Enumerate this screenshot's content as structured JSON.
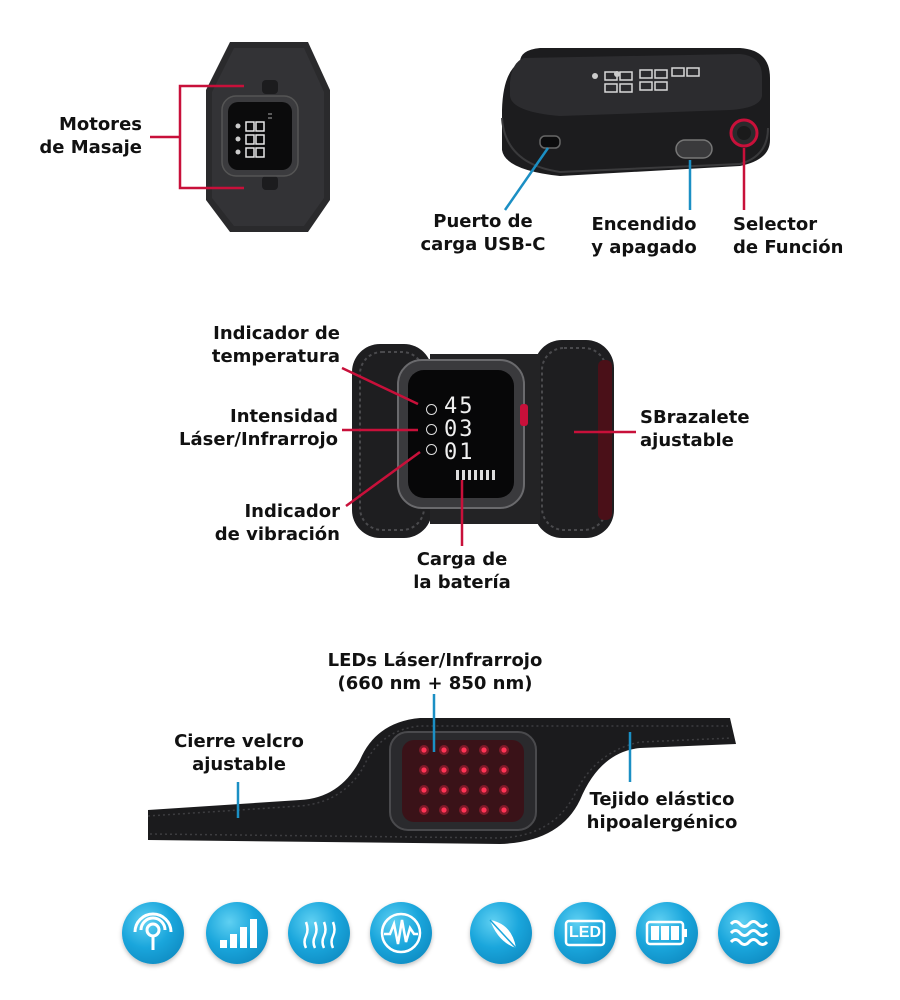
{
  "labels": {
    "motores": [
      "Motores",
      "de Masaje"
    ],
    "puerto": [
      "Puerto de",
      "carga USB-C"
    ],
    "encendido": [
      "Encendido",
      "y apagado"
    ],
    "selector": [
      "Selector",
      "de Función"
    ],
    "temperatura": [
      "Indicador de",
      "temperatura"
    ],
    "intensidad": [
      "Intensidad",
      "Láser/Infrarrojo"
    ],
    "vibracion": [
      "Indicador",
      "de vibración"
    ],
    "bateria": [
      "Carga de",
      "la batería"
    ],
    "brazalete": [
      "SBrazalete",
      "ajustable"
    ],
    "leds": [
      "LEDs Láser/Infrarrojo",
      "(660 nm + 850 nm)"
    ],
    "velcro": [
      "Cierre velcro",
      "ajustable"
    ],
    "tejido": [
      "Tejido elástico",
      "hipoalergénico"
    ]
  },
  "display": {
    "temp_value": "45",
    "intensity_value": "03",
    "vibration_value": "01",
    "top_display_1": "88",
    "top_display_2": "88",
    "top_display_3": "88"
  },
  "icons": {
    "led_text": "LED",
    "items": [
      "wireless-signal-icon",
      "intensity-bars-icon",
      "heat-arrows-icon",
      "vibration-wave-icon",
      "feather-icon",
      "led-icon",
      "battery-icon",
      "water-waves-icon"
    ]
  },
  "colors": {
    "accent_red": "#c8103a",
    "leader_blue": "#1b8fc4",
    "icon_blue": "#1aa6dc"
  }
}
